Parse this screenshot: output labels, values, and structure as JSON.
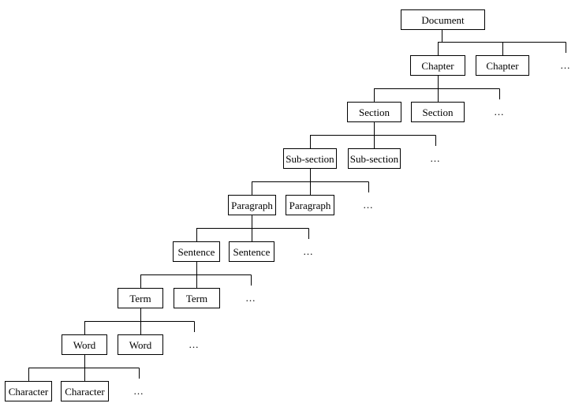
{
  "diagram": {
    "description_hidden": "",
    "colors": {
      "line": "#000000",
      "background": "#ffffff",
      "text": "#000000"
    },
    "levels": [
      {
        "id": "document",
        "nodes": [
          "Document"
        ]
      },
      {
        "id": "chapter",
        "nodes": [
          "Chapter",
          "Chapter"
        ],
        "more": "..."
      },
      {
        "id": "section",
        "nodes": [
          "Section",
          "Section"
        ],
        "more": "..."
      },
      {
        "id": "sub-section",
        "nodes": [
          "Sub-section",
          "Sub-section"
        ],
        "more": "..."
      },
      {
        "id": "paragraph",
        "nodes": [
          "Paragraph",
          "Paragraph"
        ],
        "more": "..."
      },
      {
        "id": "sentence",
        "nodes": [
          "Sentence",
          "Sentence"
        ],
        "more": "..."
      },
      {
        "id": "term",
        "nodes": [
          "Term",
          "Term"
        ],
        "more": "..."
      },
      {
        "id": "word",
        "nodes": [
          "Word",
          "Word"
        ],
        "more": "..."
      },
      {
        "id": "character",
        "nodes": [
          "Character",
          "Character"
        ],
        "more": "..."
      }
    ]
  }
}
